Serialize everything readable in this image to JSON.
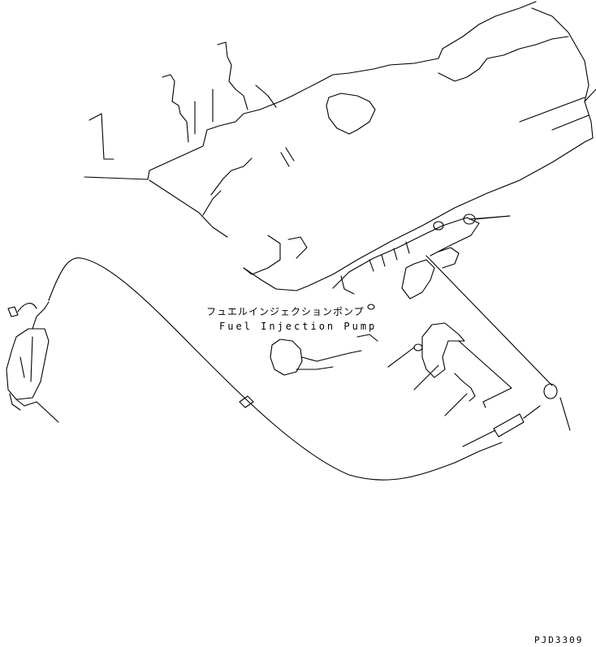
{
  "labels": {
    "part_name_jp": "フュエルインジェクションポンプ",
    "part_name_en": "Fuel Injection Pump"
  },
  "drawing_code": "PJD3309",
  "colors": {
    "line": "#000000",
    "background": "#ffffff"
  }
}
